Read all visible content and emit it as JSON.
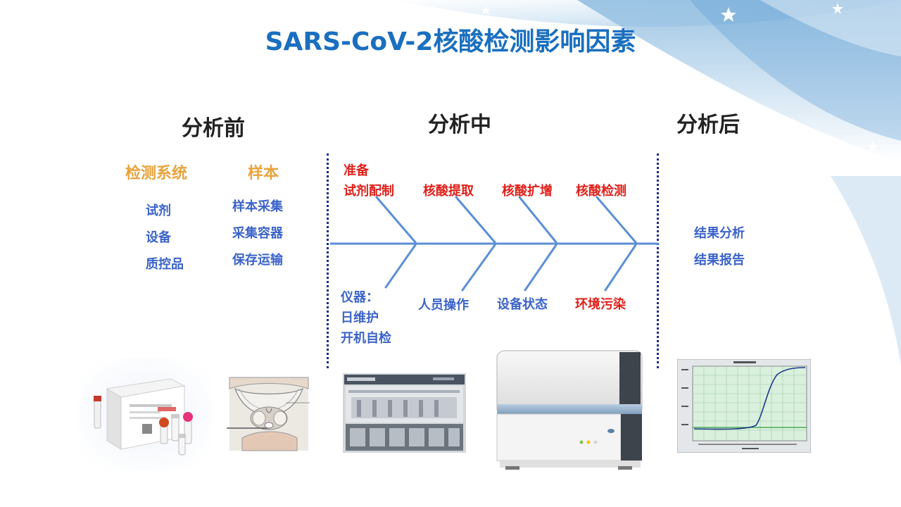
{
  "title": "SARS-CoV-2核酸检测影响因素",
  "phases": {
    "pre": "分析前",
    "mid": "分析中",
    "post": "分析后"
  },
  "pre_analysis": {
    "detection_system": {
      "heading": "检测系统",
      "items": [
        "试剂",
        "设备",
        "质控品"
      ]
    },
    "sample": {
      "heading": "样本",
      "items": [
        "样本采集",
        "采集容器",
        "保存运输"
      ]
    }
  },
  "fishbone_top": [
    {
      "lines": [
        "准备",
        "试剂配制"
      ],
      "color": "red"
    },
    {
      "lines": [
        "核酸提取"
      ],
      "color": "red"
    },
    {
      "lines": [
        "核酸扩增"
      ],
      "color": "red"
    },
    {
      "lines": [
        "核酸检测"
      ],
      "color": "red"
    }
  ],
  "fishbone_bottom": [
    {
      "lines": [
        "仪器：",
        "日维护",
        "开机自检"
      ],
      "color": "blue"
    },
    {
      "lines": [
        "人员操作"
      ],
      "color": "blue"
    },
    {
      "lines": [
        "设备状态"
      ],
      "color": "blue"
    },
    {
      "lines": [
        "环境污染"
      ],
      "color": "red"
    }
  ],
  "post_analysis": {
    "items": [
      "结果分析",
      "结果报告"
    ]
  },
  "colors": {
    "title": "#1a6fbf",
    "category": "#e8a33d",
    "item_blue": "#3c63c9",
    "item_red": "#e0201a",
    "fishbone_line": "#5b8fd6",
    "dotted_divider": "#1a2a8a"
  },
  "icons": {
    "kit": "reagent-kit-image",
    "throat": "throat-swab-diagram",
    "extractor": "nucleic-acid-extractor-image",
    "pcr": "pcr-instrument-image",
    "curve": "amplification-curve-image"
  }
}
